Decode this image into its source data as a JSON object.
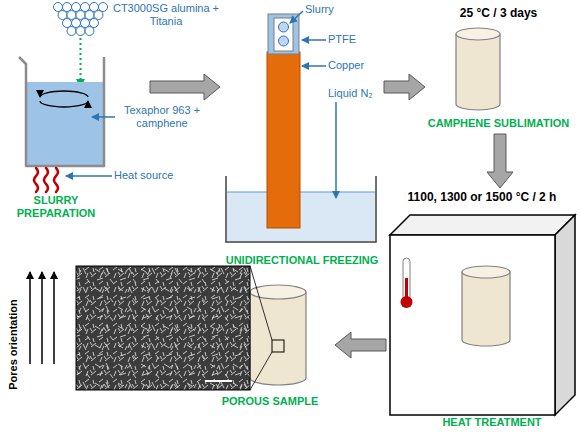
{
  "diagram": {
    "nodes": [
      {
        "text": [
          "SLURRY PREPARATION"
        ]
      },
      {
        "text": [
          "UNIDIRECTIONAL FREEZING"
        ]
      },
      {
        "text": [
          "25 °C / 3 days",
          "CAMPHENE SUBLIMATION"
        ]
      },
      {
        "text": [
          "1100, 1300 or 1500 °C / 2 h",
          "HEAT TREATMENT"
        ]
      },
      {
        "text": [
          "POROUS SAMPLE"
        ]
      }
    ],
    "edges": [
      {
        "from": 0,
        "to": 1,
        "arrow": "to"
      },
      {
        "from": 1,
        "to": 2,
        "arrow": "to"
      },
      {
        "from": 2,
        "to": 3,
        "arrow": "to"
      },
      {
        "from": 3,
        "to": 4,
        "arrow": "to"
      }
    ],
    "labels": [
      "CT3000SG alumina + Titania",
      "Texaphor 963 + camphene",
      "Heat source",
      "Slurry",
      "PTFE",
      "Copper",
      "Liquid N₂",
      "Pores orientation"
    ]
  }
}
